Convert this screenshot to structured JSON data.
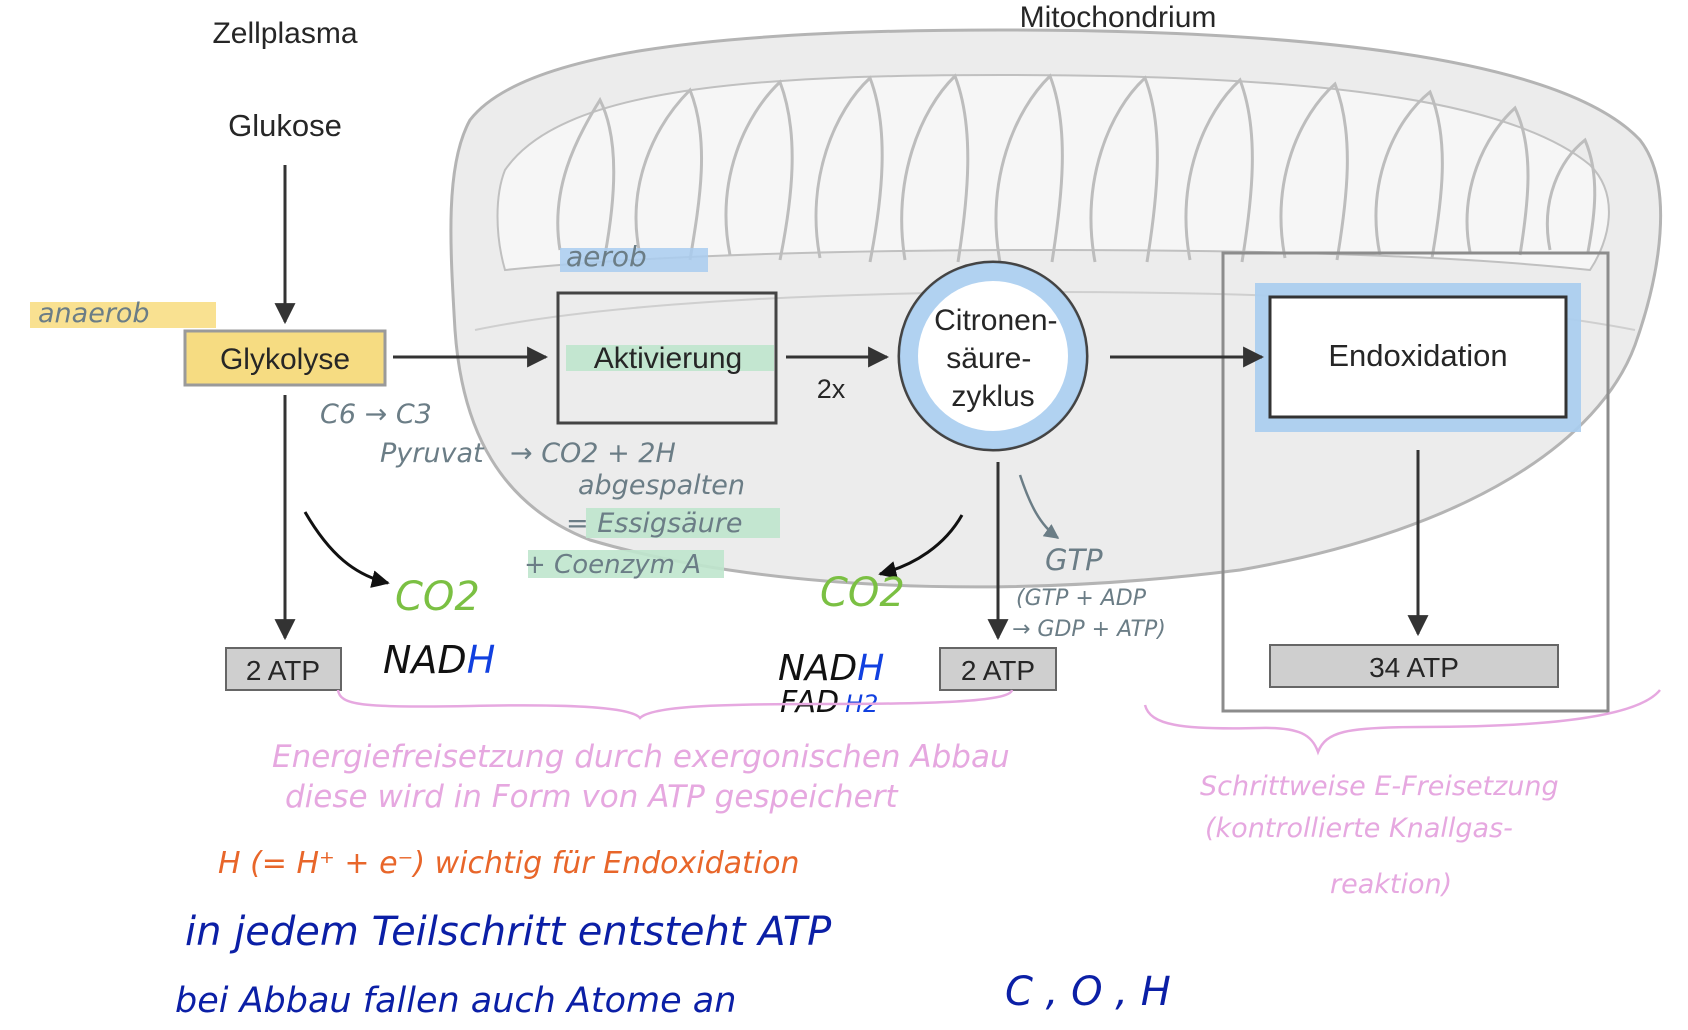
{
  "diagram": {
    "region_cytoplasm": "Zellplasma",
    "region_mitochondrion": "Mitochondrium",
    "start_substance": "Glukose",
    "steps": {
      "glycolysis": "Glykolyse",
      "activation": "Aktivierung",
      "citric_acid_cycle": [
        "Citronen-",
        "säure-",
        "zyklus"
      ],
      "end_oxidation": "Endoxidation"
    },
    "multiplier": "2x",
    "atp_yields": {
      "glycolysis": "2 ATP",
      "citric_acid_cycle": "2 ATP",
      "end_oxidation": "34 ATP"
    }
  },
  "annotations": {
    "anaerob": "anaerob",
    "aerob": "aerob",
    "c6_c3": "C6 → C3",
    "pyruvat": "Pyruvat",
    "co2_2h": "→ CO2 + 2H",
    "abgespalten": "abgespalten",
    "essigsaeure": "= Essigsäure",
    "coenzym": "+ Coenzym A",
    "co2_left": "CO2",
    "co2_right": "CO2",
    "nadh_left_main": "NAD",
    "nadh_left_h": "H",
    "nadh_right_main": "NAD",
    "nadh_right_h": "H",
    "fadh2_main": "FAD",
    "fadh2_h": "H2",
    "gtp": "GTP",
    "gtp_reaction_1": "(GTP + ADP",
    "gtp_reaction_2": "→ GDP + ATP)",
    "energy_release_1": "Energiefreisetzung durch exergonischen Abbau",
    "energy_release_2": "diese wird in Form von ATP gespeichert",
    "stepwise_1": "Schrittweise E-Freisetzung",
    "stepwise_2": "(kontrollierte Knallgas-",
    "stepwise_3": "reaktion)",
    "h_note": "H (= H⁺ + e⁻) wichtig für Endoxidation",
    "atp_note": "in jedem Teilschritt entsteht ATP",
    "atoms_note": "bei Abbau fallen auch Atome an",
    "atoms": "C , O , H"
  },
  "colors": {
    "glycolysis_fill": "#f6dc82",
    "highlight_yellow": "#f8dc7e",
    "highlight_blue": "#a9cdf0",
    "highlight_green": "#bfe6cd",
    "pen_gray": "#6b7d86",
    "pen_green": "#7bc043",
    "pen_pink": "#e6a8e0",
    "pen_orange": "#e8662a",
    "pen_navy": "#0b1fa6",
    "pen_blue": "#1140e0",
    "atp_box": "#cfcfcf",
    "mito_fill": "#ececec"
  }
}
